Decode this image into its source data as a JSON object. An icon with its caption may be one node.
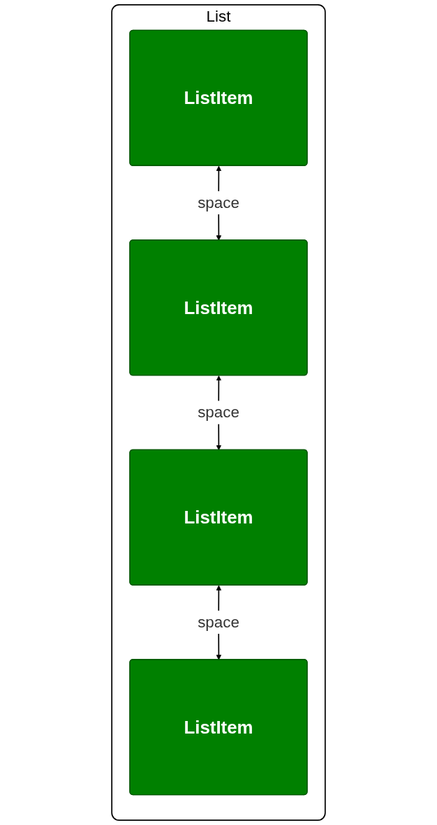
{
  "diagram": {
    "nodes": [
      {
        "text": [
          "List"
        ]
      },
      {
        "text": [
          "ListItem"
        ],
        "in": 0
      },
      {
        "text": [
          "ListItem"
        ],
        "in": 0
      },
      {
        "text": [
          "ListItem"
        ],
        "in": 0
      },
      {
        "text": [
          "ListItem"
        ],
        "in": 0
      }
    ],
    "edges": [
      {
        "from": 1,
        "to": 2,
        "arrow": "both",
        "label": "space"
      },
      {
        "from": 2,
        "to": 3,
        "arrow": "both",
        "label": "space"
      },
      {
        "from": 3,
        "to": 4,
        "arrow": "both",
        "label": "space"
      }
    ]
  }
}
